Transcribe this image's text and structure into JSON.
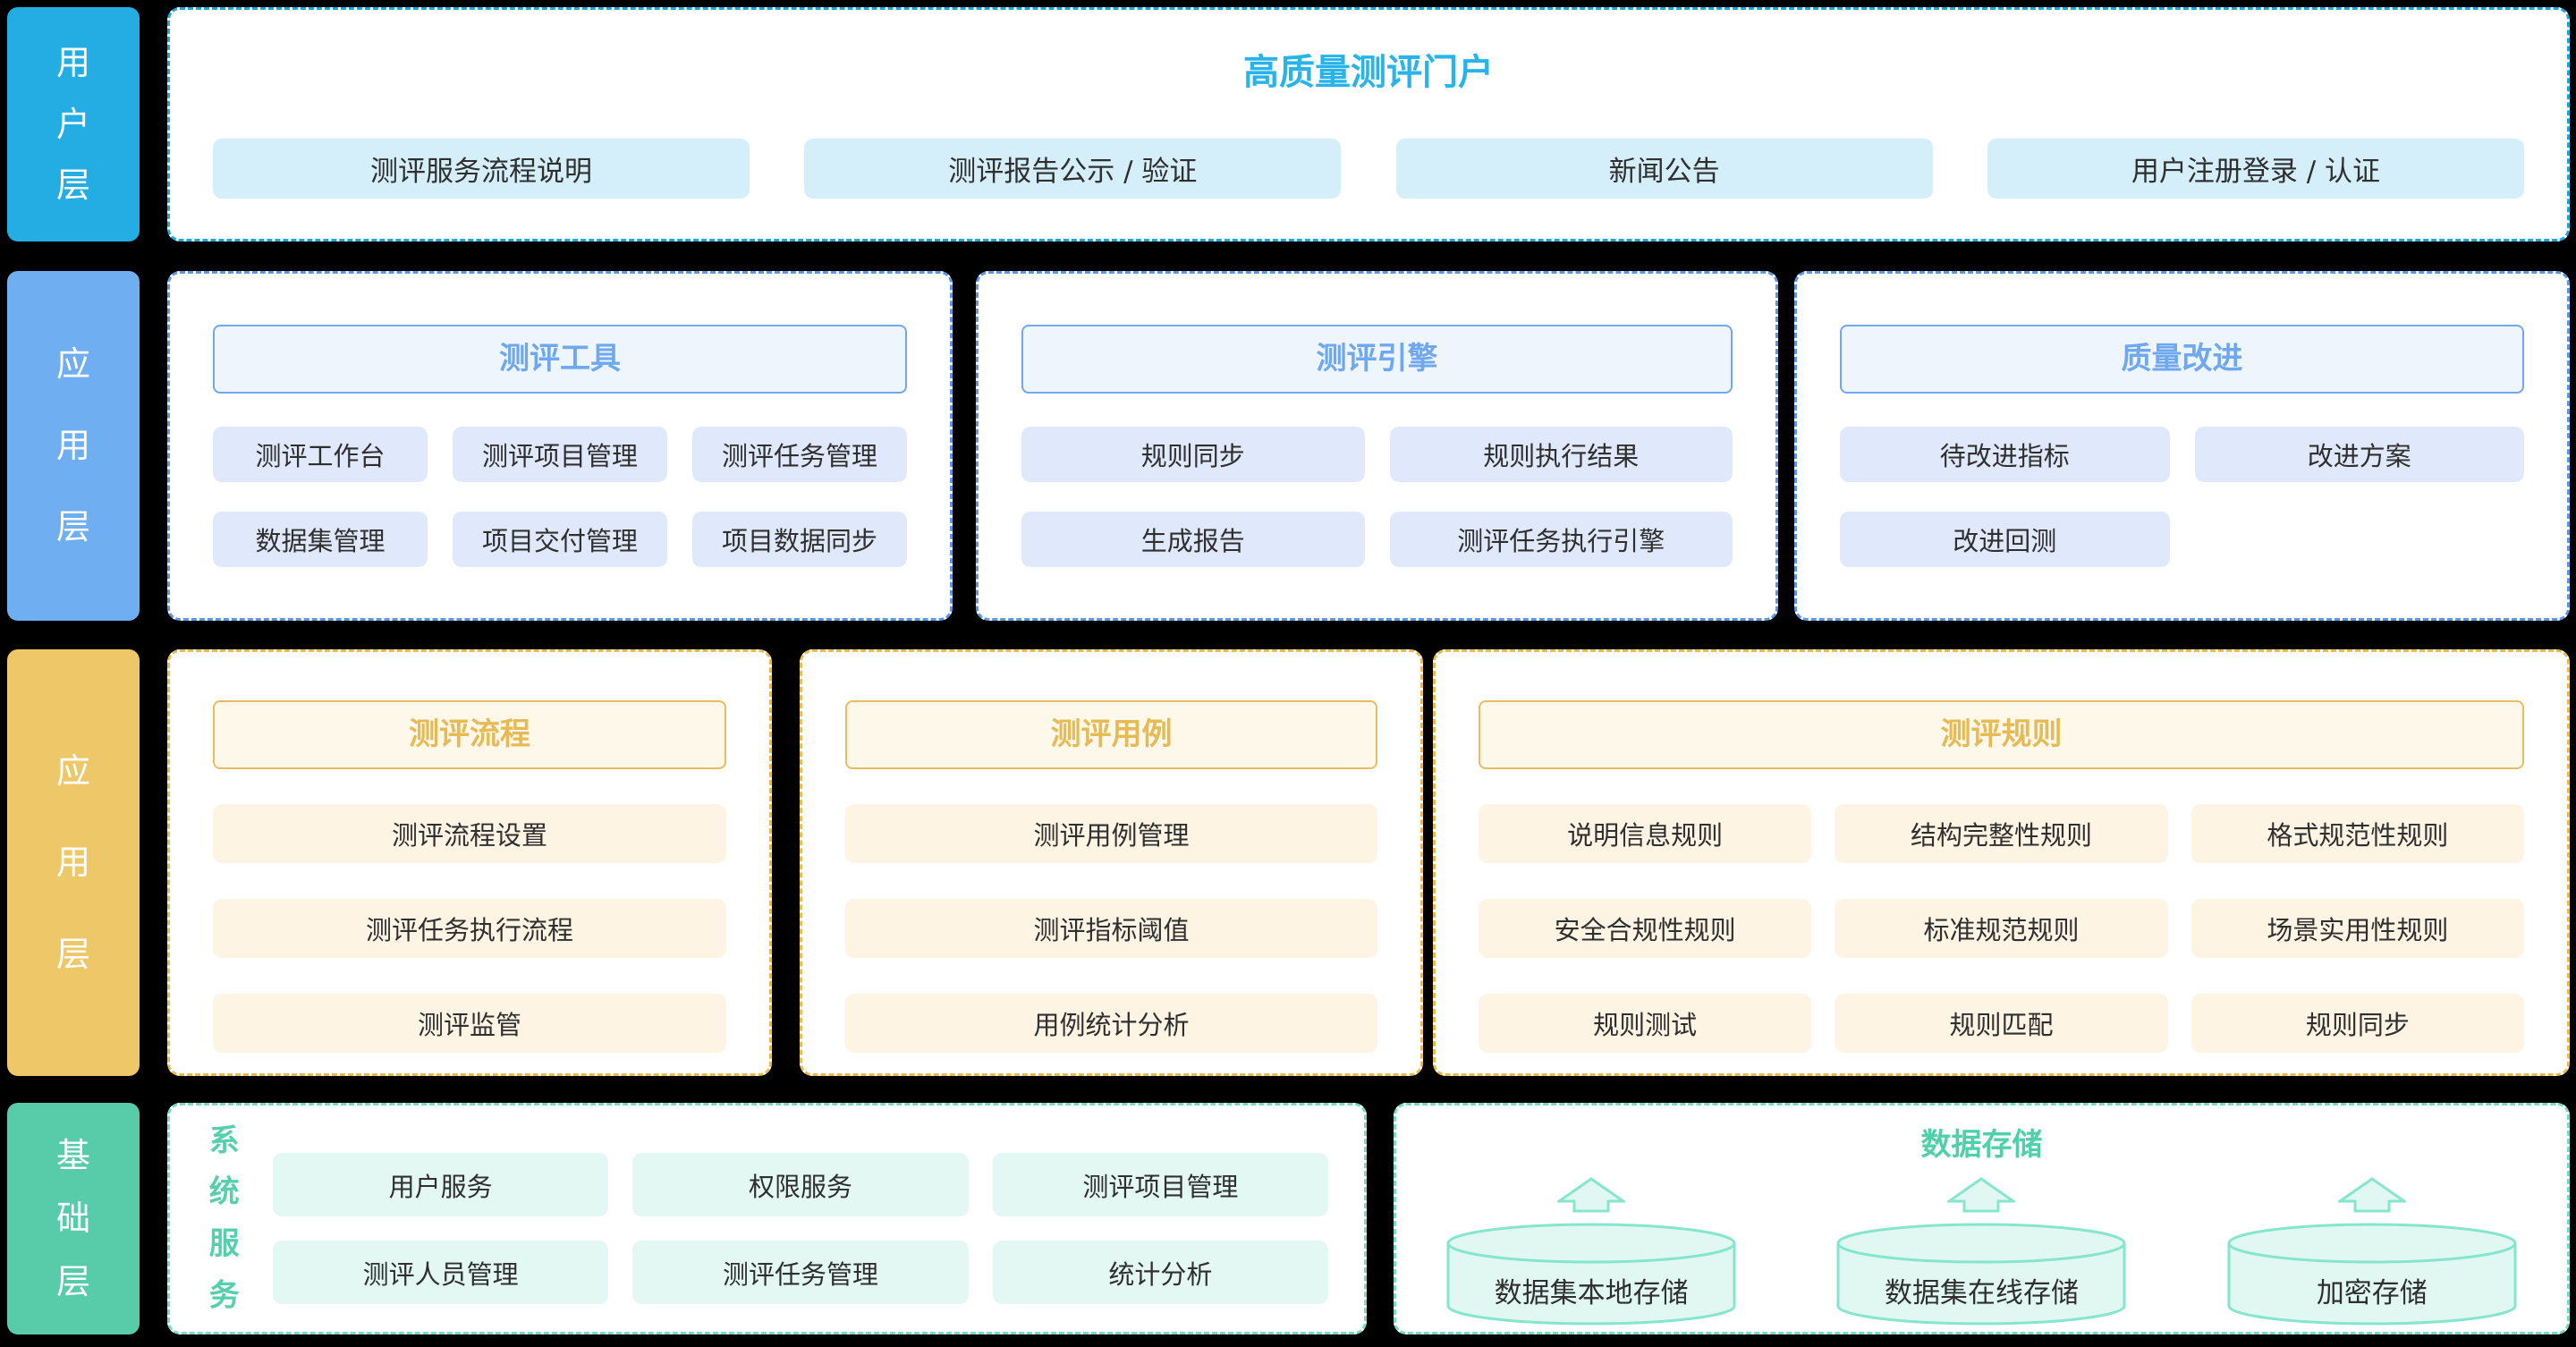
{
  "layers": [
    {
      "label": "用户层",
      "color": "#24ade3"
    },
    {
      "label": "应用层",
      "color": "#70aef2"
    },
    {
      "label": "应用层",
      "color": "#edc768"
    },
    {
      "label": "基础层",
      "color": "#58cca9"
    }
  ],
  "portal": {
    "title": "高质量测评门户",
    "items": [
      "测评服务流程说明",
      "测评报告公示 / 验证",
      "新闻公告",
      "用户注册登录 / 认证"
    ]
  },
  "app_blue": {
    "panels": [
      {
        "title": "测评工具",
        "items": [
          "测评工作台",
          "测评项目管理",
          "测评任务管理",
          "数据集管理",
          "项目交付管理",
          "项目数据同步"
        ]
      },
      {
        "title": "测评引擎",
        "items": [
          "规则同步",
          "规则执行结果",
          "生成报告",
          "测评任务执行引擎"
        ]
      },
      {
        "title": "质量改进",
        "items": [
          "待改进指标",
          "改进方案",
          "改进回测"
        ]
      }
    ]
  },
  "app_orange": {
    "panels": [
      {
        "title": "测评流程",
        "items": [
          "测评流程设置",
          "测评任务执行流程",
          "测评监管"
        ]
      },
      {
        "title": "测评用例",
        "items": [
          "测评用例管理",
          "测评指标阈值",
          "用例统计分析"
        ]
      },
      {
        "title": "测评规则",
        "items": [
          "说明信息规则",
          "结构完整性规则",
          "格式规范性规则",
          "安全合规性规则",
          "标准规范规则",
          "场景实用性规则",
          "规则测试",
          "规则匹配",
          "规则同步"
        ]
      }
    ]
  },
  "base": {
    "system_services": {
      "title": "系统服务",
      "items": [
        "用户服务",
        "权限服务",
        "测评项目管理",
        "测评人员管理",
        "测评任务管理",
        "统计分析"
      ]
    },
    "data_storage": {
      "title": "数据存储",
      "items": [
        "数据集本地存储",
        "数据集在线存储",
        "加密存储"
      ]
    }
  },
  "palette": {
    "background": "#000000",
    "panel_bg": "#ffffff",
    "user_layer_label": "#24ade3",
    "app_layer_blue_label": "#70aef2",
    "app_layer_orange_label": "#edc768",
    "base_layer_label": "#58cca9",
    "portal_border": "#1aa7e0",
    "portal_title_text": "#29b4e9",
    "portal_item_bg": "#d5effa",
    "blue_panel_border": "#5b97e3",
    "blue_header_bg": "#eef5fd",
    "blue_header_border": "#71a7ec",
    "blue_header_text": "#6fa8ee",
    "blue_item_bg": "#dfe9fb",
    "orange_panel_border": "#e9ba4e",
    "orange_header_bg": "#fdf8ea",
    "orange_header_border": "#e7bd62",
    "orange_header_text": "#e6bb55",
    "orange_item_bg": "#fdf4e3",
    "green_panel_border": "#74dcc0",
    "green_title_text": "#4fd0a8",
    "green_item_bg": "#e3f8f2",
    "cylinder_fill": "#e0f8f1",
    "cylinder_stroke": "#85e6cc",
    "item_text": "#2f2f2f"
  }
}
